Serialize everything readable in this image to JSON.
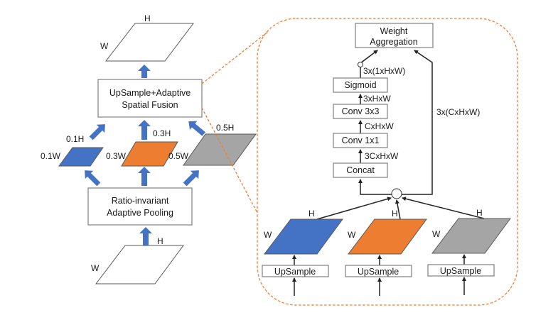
{
  "colors": {
    "blue": "#4472C4",
    "orange": "#ED7D31",
    "gray": "#A5A5A5",
    "white": "#FFFFFF",
    "arrow": "#4472C4",
    "zoom_outline": "#ED7D31"
  },
  "left": {
    "output_map": {
      "h_label": "H",
      "w_label": "W"
    },
    "fusion_box": {
      "line1": "UpSample+Adaptive",
      "line2": "Spatial Fusion"
    },
    "scaled_maps": [
      {
        "color": "blue",
        "h_label": "0.1H",
        "w_label": "0.1W",
        "ratio": 0.1
      },
      {
        "color": "orange",
        "h_label": "0.3H",
        "w_label": "0.3W",
        "ratio": 0.3
      },
      {
        "color": "gray",
        "h_label": "0.5H",
        "w_label": "0.5W",
        "ratio": 0.5
      }
    ],
    "pooling_box": {
      "line1": "Ratio-invariant",
      "line2": "Adaptive Pooling"
    },
    "input_map": {
      "h_label": "H",
      "w_label": "W"
    }
  },
  "right": {
    "weight_aggregation": {
      "line1": "Weight",
      "line2": "Aggregation"
    },
    "sigmoid": "Sigmoid",
    "conv3": "Conv 3x3",
    "conv1": "Conv 1x1",
    "concat": "Concat",
    "edge_labels": {
      "sigmoid_out": "3x(1xHxW)",
      "conv3_out": "3xHxW",
      "conv1_out": "CxHxW",
      "concat_out": "3CxHxW",
      "skip": "3x(CxHxW)"
    },
    "branches": [
      {
        "color": "blue",
        "h_label": "H",
        "w_label": "W",
        "upsample": "UpSample"
      },
      {
        "color": "orange",
        "h_label": "H",
        "w_label": "W",
        "upsample": "UpSample"
      },
      {
        "color": "gray",
        "h_label": "H",
        "w_label": "W",
        "upsample": "UpSample"
      }
    ]
  }
}
